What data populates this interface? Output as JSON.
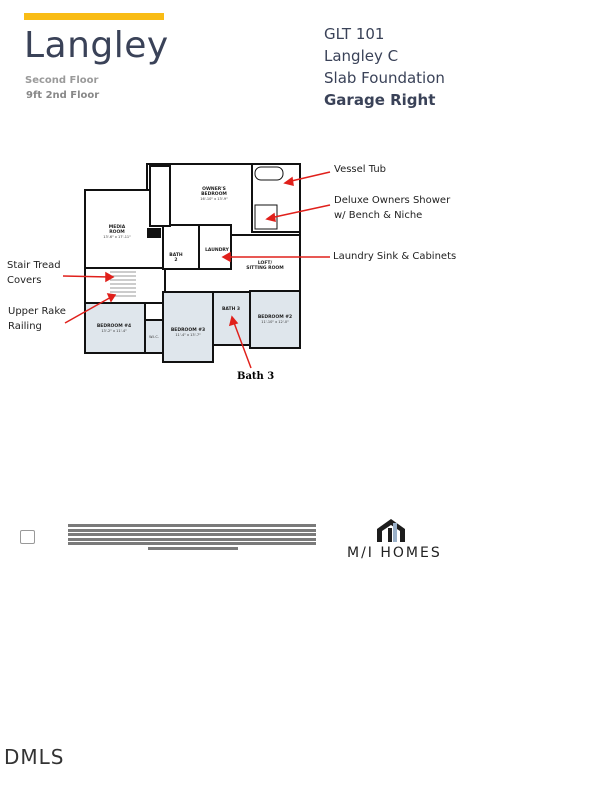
{
  "header": {
    "title": "Langley",
    "floor": "Second Floor",
    "floor_alt": "9ft 2nd Floor"
  },
  "info": {
    "lot": "GLT 101",
    "elevation": "Langley C",
    "foundation": "Slab Foundation",
    "garage": "Garage Right"
  },
  "rooms": {
    "owners": "OWNER'S",
    "owners2": "BEDROOM",
    "owners_dim": "16'-10\" x 13'-9\"",
    "media": "MEDIA",
    "media2": "ROOM",
    "media_dim": "13'-6\" x 17'-11\"",
    "bath2": "BATH",
    "bath2n": "2",
    "laundry": "LAUNDRY",
    "loft": "LOFT/",
    "loft2": "SITTING ROOM",
    "bed4": "BEDROOM #4",
    "bed4_dim": "13'-2\" x 11'-4\"",
    "bed3": "BEDROOM #3",
    "bed3_dim": "11'-4\" x 13'-7\"",
    "bath3": "BATH 3",
    "bed2": "BEDROOM #2",
    "bed2_dim": "11'-10\" x 12'-0\"",
    "wic": "W.I.C."
  },
  "annotations": {
    "vessel_tub": "Vessel Tub",
    "shower1": "Deluxe Owners Shower",
    "shower2": "w/ Bench & Niche",
    "laundry": "Laundry Sink & Cabinets",
    "stair1": "Stair Tread",
    "stair2": "Covers",
    "rail1": "Upper Rake",
    "rail2": "Railing",
    "bath3": "Bath 3"
  },
  "footer": {
    "brand": "M/I HOMES",
    "mls": "DMLS"
  },
  "colors": {
    "accent": "#f9bc15",
    "text": "#3a4258",
    "arrow": "#e0201b",
    "room_fill": "#dfe6ec"
  }
}
